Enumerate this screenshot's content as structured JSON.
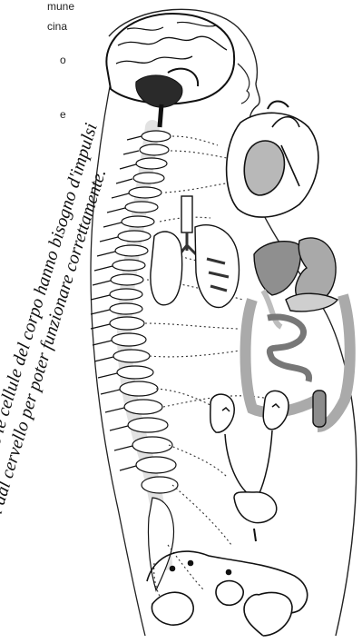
{
  "cropped_text": {
    "line1": "mune",
    "line2": "cina",
    "line3": "o",
    "line4": "e"
  },
  "caption": {
    "line1": "Tutti gli organi e le cellule del corpo hanno bisogno d'impulsi",
    "line2": "nervosi dal cervello per poter funzionare correttamente."
  },
  "illustration": {
    "style": "black-and-white line drawing with grey shaded organs",
    "body_outline": "human profile silhouette",
    "colors": {
      "ink": "#111111",
      "organ_fill": "#9a9a9a",
      "light_fill": "#d6d6d6",
      "paper": "#ffffff"
    }
  }
}
